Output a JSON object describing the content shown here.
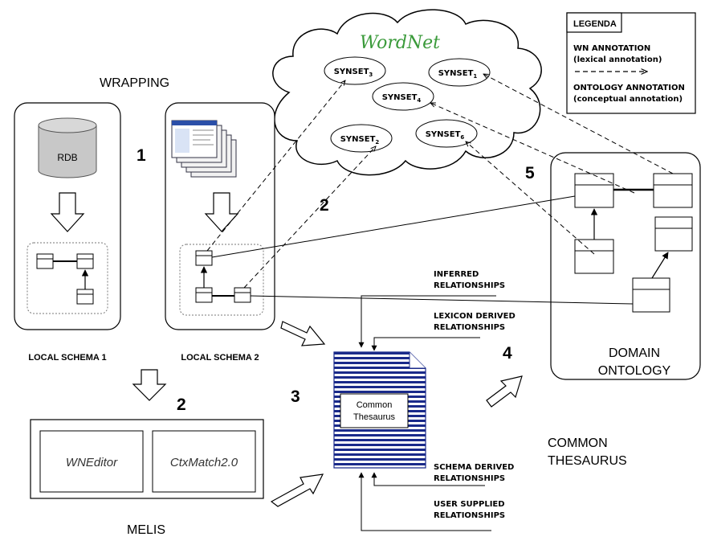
{
  "titles": {
    "wrapping": "WRAPPING",
    "wordnet": "WordNet",
    "local_schema_1": "LOCAL SCHEMA 1",
    "local_schema_2": "LOCAL SCHEMA 2",
    "melis": "MELIS",
    "common_thesaurus": [
      "COMMON",
      "THESAURUS"
    ],
    "domain_ontology": [
      "DOMAIN",
      "ONTOLOGY"
    ],
    "thesaurus_doc": [
      "Common",
      "Thesaurus"
    ],
    "rdb": "RDB"
  },
  "steps": {
    "step1": "1",
    "step2_wordnet": "2",
    "step2_melis": "2",
    "step3": "3",
    "step4": "4",
    "step5": "5"
  },
  "synsets": [
    {
      "name": "SYNSET",
      "sub": "3"
    },
    {
      "name": "SYNSET",
      "sub": "1"
    },
    {
      "name": "SYNSET",
      "sub": "4"
    },
    {
      "name": "SYNSET",
      "sub": "2"
    },
    {
      "name": "SYNSET",
      "sub": "6"
    }
  ],
  "melis_tools": [
    "WNEditor",
    "CtxMatch2.0"
  ],
  "relationships": {
    "inferred": [
      "INFERRED",
      "RELATIONSHIPS"
    ],
    "lexicon": [
      "LEXICON DERIVED",
      "RELATIONSHIPS"
    ],
    "schema": [
      "SCHEMA DERIVED",
      "RELATIONSHIPS"
    ],
    "user": [
      "USER SUPPLIED",
      "RELATIONSHIPS"
    ]
  },
  "legend": {
    "title": "LEGENDA",
    "wn": [
      "WN ANNOTATION",
      "(lexical annotation)"
    ],
    "onto": [
      "ONTOLOGY ANNOTATION",
      "(conceptual annotation)"
    ]
  },
  "colors": {
    "rdb_fill": "#c8c8c8",
    "doc_stripes": "#1a2a8a",
    "wordnet_green": "#3a9a3a"
  }
}
